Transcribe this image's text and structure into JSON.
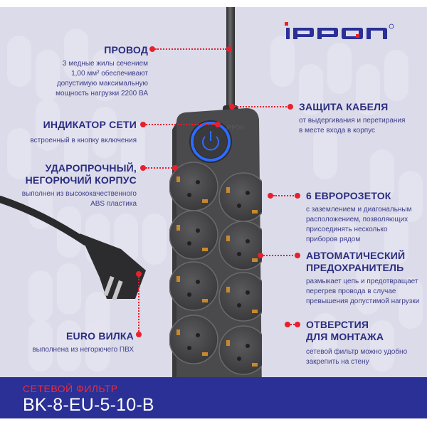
{
  "brand": {
    "logo_text": "IPPON",
    "registered_mark": "®",
    "logo_color": "#2a3096",
    "accent_color": "#e8202d"
  },
  "features_left": [
    {
      "title": "ПРОВОД",
      "description_lines": [
        "3 медные жилы сечением",
        "1,00 мм² обеспечивают",
        "допустимую максимальную",
        "мощность нагрузки 2200 ВА"
      ]
    },
    {
      "title": "ИНДИКАТОР СЕТИ",
      "description_lines": [
        "встроенный в кнопку включения"
      ]
    },
    {
      "title_lines": [
        "УДАРОПРОЧНЫЙ,",
        "НЕГОРЮЧИЙ КОРПУС"
      ],
      "description_lines": [
        "выполнен из высококачественного",
        "ABS пластика"
      ]
    },
    {
      "title": "EURO ВИЛКА",
      "description_lines": [
        "выполнена из негорючего ПВХ"
      ]
    }
  ],
  "features_right": [
    {
      "title": "ЗАЩИТА КАБЕЛЯ",
      "description_lines": [
        "от выдергивания и перетирания",
        "в месте входа в корпус"
      ]
    },
    {
      "title": "6 ЕВРОРОЗЕТОК",
      "description_lines": [
        "с заземлением и диагональным",
        "расположением, позволяющих",
        "присоединять несколько",
        "приборов рядом"
      ]
    },
    {
      "title_lines": [
        "АВТОМАТИЧЕСКИЙ",
        "ПРЕДОХРАНИТЕЛЬ"
      ],
      "description_lines": [
        "размыкает цепь и предотвращает",
        "перегрев провода в случае",
        "превышения допустимой нагрузки"
      ]
    },
    {
      "title_lines": [
        "ОТВЕРСТИЯ",
        "ДЛЯ МОНТАЖА"
      ],
      "description_lines": [
        "сетевой фильтр можно удобно",
        "закрепить на стену"
      ]
    }
  ],
  "footer": {
    "product_type": "СЕТЕВОЙ ФИЛЬТР",
    "model": "BK-8-EU-5-10-B",
    "background_color": "#2a3096"
  },
  "product": {
    "outlet_count": 8,
    "power_button_icon": "power-icon",
    "indicator_color": "#2f6bff"
  }
}
